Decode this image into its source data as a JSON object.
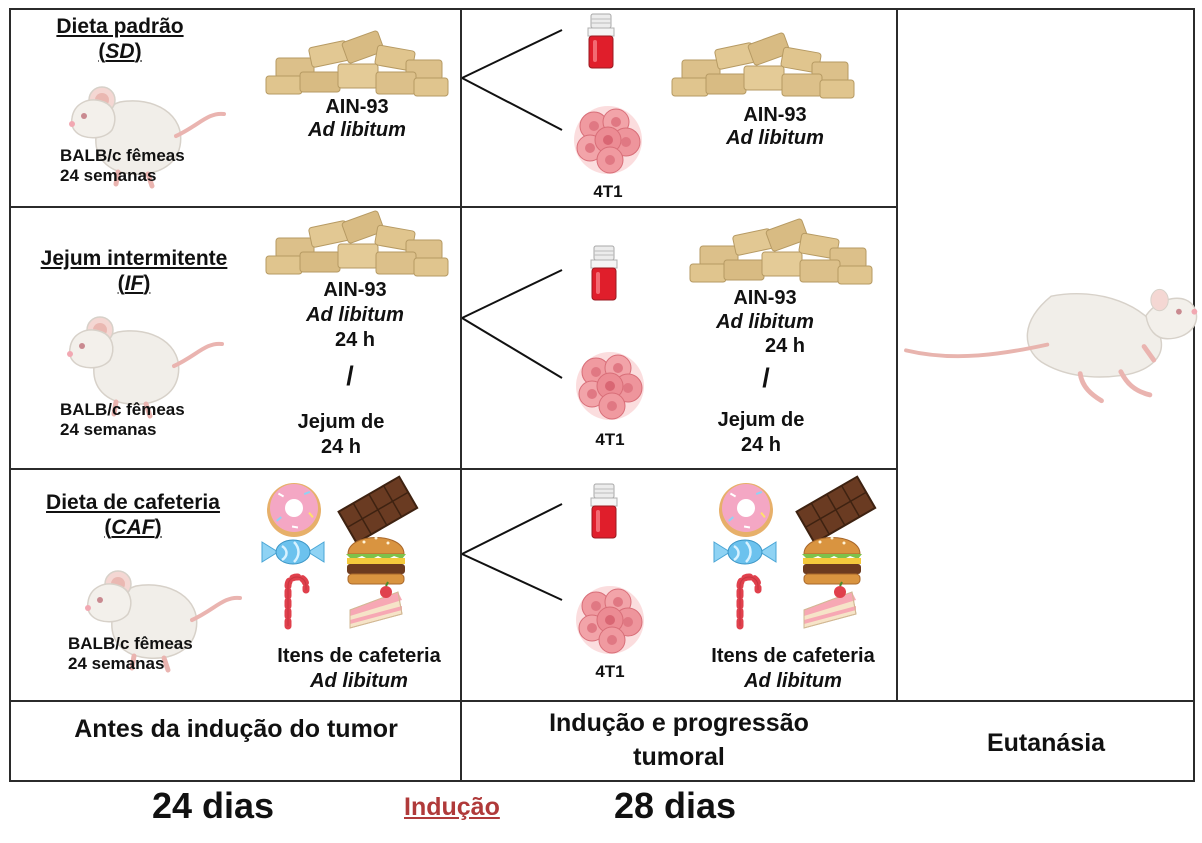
{
  "groups": [
    {
      "title_main": "Dieta padrão",
      "title_abbr": "SD",
      "mouse_label": [
        "BALB/c fêmeas",
        "24 semanas"
      ],
      "pre_diet": [
        "AIN-93",
        "Ad libitum"
      ],
      "cell_line": "4T1",
      "post_diet": [
        "AIN-93",
        "Ad libitum"
      ]
    },
    {
      "title_main": "Jejum intermitente",
      "title_abbr": "IF",
      "mouse_label": [
        "BALB/c fêmeas",
        "24 semanas"
      ],
      "pre_diet": [
        "AIN-93",
        "Ad libitum",
        "24 h",
        "/",
        "Jejum de",
        "24 h"
      ],
      "cell_line": "4T1",
      "post_diet": [
        "AIN-93",
        "Ad libitum",
        "24 h",
        "/",
        "Jejum de",
        "24 h"
      ]
    },
    {
      "title_main": "Dieta de cafeteria",
      "title_abbr": "CAF",
      "mouse_label": [
        "BALB/c fêmeas",
        "24 semanas"
      ],
      "pre_diet": [
        "Itens de cafeteria",
        "Ad libitum"
      ],
      "cell_line": "4T1",
      "post_diet": [
        "Itens de cafeteria",
        "Ad libitum"
      ]
    }
  ],
  "phases": {
    "before": "Antes da indução do tumor",
    "induction": [
      "Indução e progressão",
      "tumoral"
    ],
    "euthanasia": "Eutanásia"
  },
  "timeline": {
    "before_duration": "24 dias",
    "induction_marker": "Indução",
    "after_duration": "28 dias"
  },
  "colors": {
    "chow": "#dcc08a",
    "vial_liquid": "#e01e2b",
    "tumor": "#f09aa0",
    "induction_marker": "#b03a3a"
  },
  "icons": [
    "mouse-icon",
    "chow-pellets-icon",
    "vial-icon",
    "tumor-cells-icon",
    "donut-icon",
    "chocolate-bar-icon",
    "candy-icon",
    "burger-icon",
    "candy-cane-icon",
    "cake-slice-icon",
    "running-mouse-icon"
  ]
}
